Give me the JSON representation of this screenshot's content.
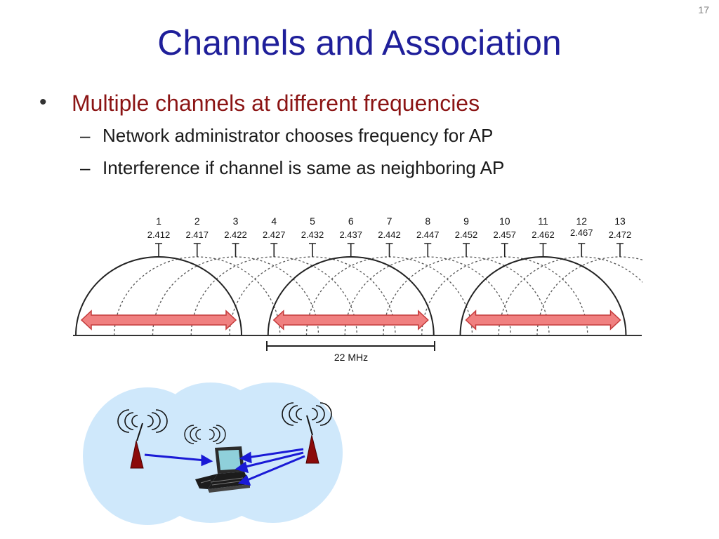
{
  "slide": {
    "number": "17",
    "title": "Channels and Association",
    "bullet": "Multiple channels at different frequencies",
    "sub_bullets": [
      "Network administrator chooses frequency for AP",
      "Interference if channel is same as neighboring AP"
    ]
  },
  "channels": [
    {
      "number": "1",
      "frequency": "2.412"
    },
    {
      "number": "2",
      "frequency": "2.417"
    },
    {
      "number": "3",
      "frequency": "2.422"
    },
    {
      "number": "4",
      "frequency": "2.427"
    },
    {
      "number": "5",
      "frequency": "2.432"
    },
    {
      "number": "6",
      "frequency": "2.437"
    },
    {
      "number": "7",
      "frequency": "2.442"
    },
    {
      "number": "8",
      "frequency": "2.447"
    },
    {
      "number": "9",
      "frequency": "2.452"
    },
    {
      "number": "10",
      "frequency": "2.457"
    },
    {
      "number": "11",
      "frequency": "2.462"
    },
    {
      "number": "12",
      "frequency": "2.467"
    },
    {
      "number": "13",
      "frequency": "2.472"
    }
  ],
  "non_overlapping_channels": [
    "1",
    "6",
    "11"
  ],
  "bandwidth_label": "22 MHz",
  "colors": {
    "title": "#1f1f9a",
    "bullet": "#8b1414",
    "arrow_fill": "#f08080",
    "arrow_stroke": "#c43a3a",
    "coverage_fill": "#cfe8fb",
    "link_arrow": "#1a1ad6",
    "tower": "#8b0a0a"
  },
  "icons": [
    "access-point-icon",
    "laptop-icon",
    "wireless-signal-icon"
  ]
}
